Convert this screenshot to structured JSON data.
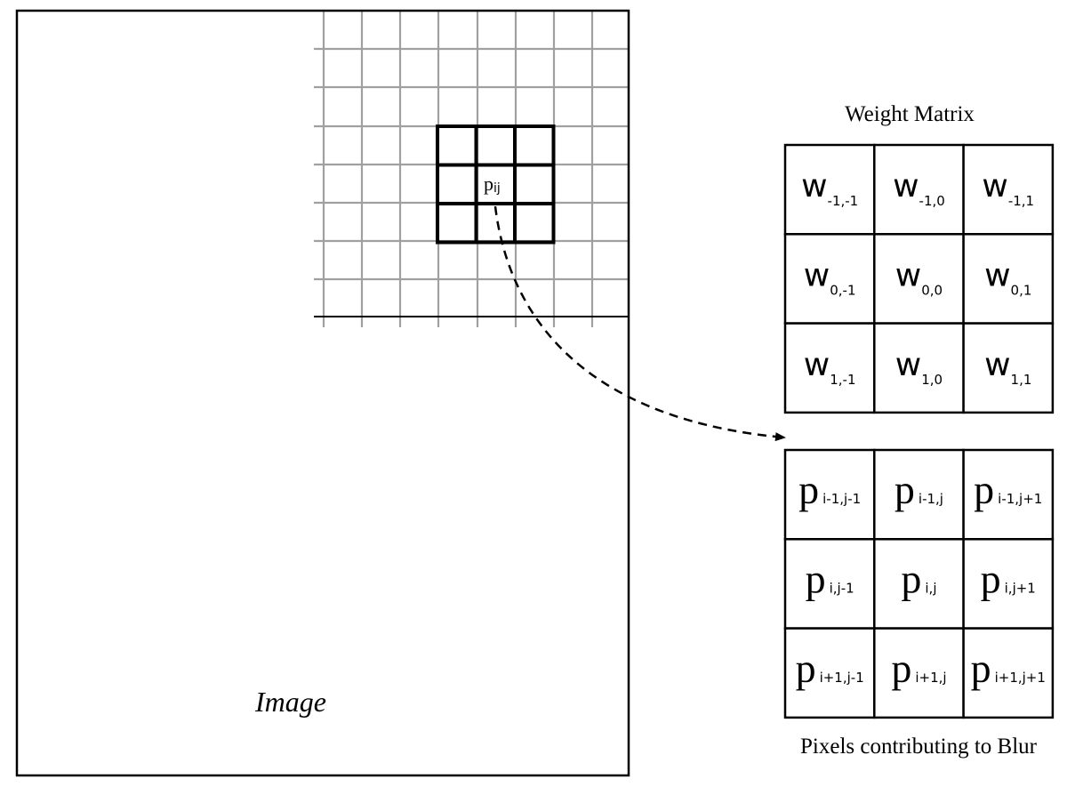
{
  "image_panel": {
    "label": "Image",
    "center_pixel_label": {
      "base": "p",
      "sub": "ij"
    },
    "neighborhood_size": "3x3"
  },
  "weight_matrix": {
    "title": "Weight Matrix",
    "cells": [
      [
        {
          "base": "w",
          "sub": "-1,-1"
        },
        {
          "base": "w",
          "sub": "-1,0"
        },
        {
          "base": "w",
          "sub": "-1,1"
        }
      ],
      [
        {
          "base": "w",
          "sub": "0,-1"
        },
        {
          "base": "w",
          "sub": "0,0"
        },
        {
          "base": "w",
          "sub": "0,1"
        }
      ],
      [
        {
          "base": "w",
          "sub": "1,-1"
        },
        {
          "base": "w",
          "sub": "1,0"
        },
        {
          "base": "w",
          "sub": "1,1"
        }
      ]
    ]
  },
  "pixel_matrix": {
    "caption": "Pixels contributing to Blur",
    "cells": [
      [
        {
          "base": "p",
          "sub": "i-1,j-1"
        },
        {
          "base": "p",
          "sub": "i-1,j"
        },
        {
          "base": "p",
          "sub": "i-1,j+1"
        }
      ],
      [
        {
          "base": "p",
          "sub": "i,j-1"
        },
        {
          "base": "p",
          "sub": "i,j"
        },
        {
          "base": "p",
          "sub": "i,j+1"
        }
      ],
      [
        {
          "base": "p",
          "sub": "i+1,j-1"
        },
        {
          "base": "p",
          "sub": "i+1,j"
        },
        {
          "base": "p",
          "sub": "i+1,j+1"
        }
      ]
    ]
  },
  "connector": {
    "style": "dashed-arrow",
    "from": "center_pixel",
    "to": "pixel_matrix"
  },
  "colors": {
    "stroke": "#000000",
    "grid": "#a0a0a0",
    "background": "#ffffff"
  }
}
